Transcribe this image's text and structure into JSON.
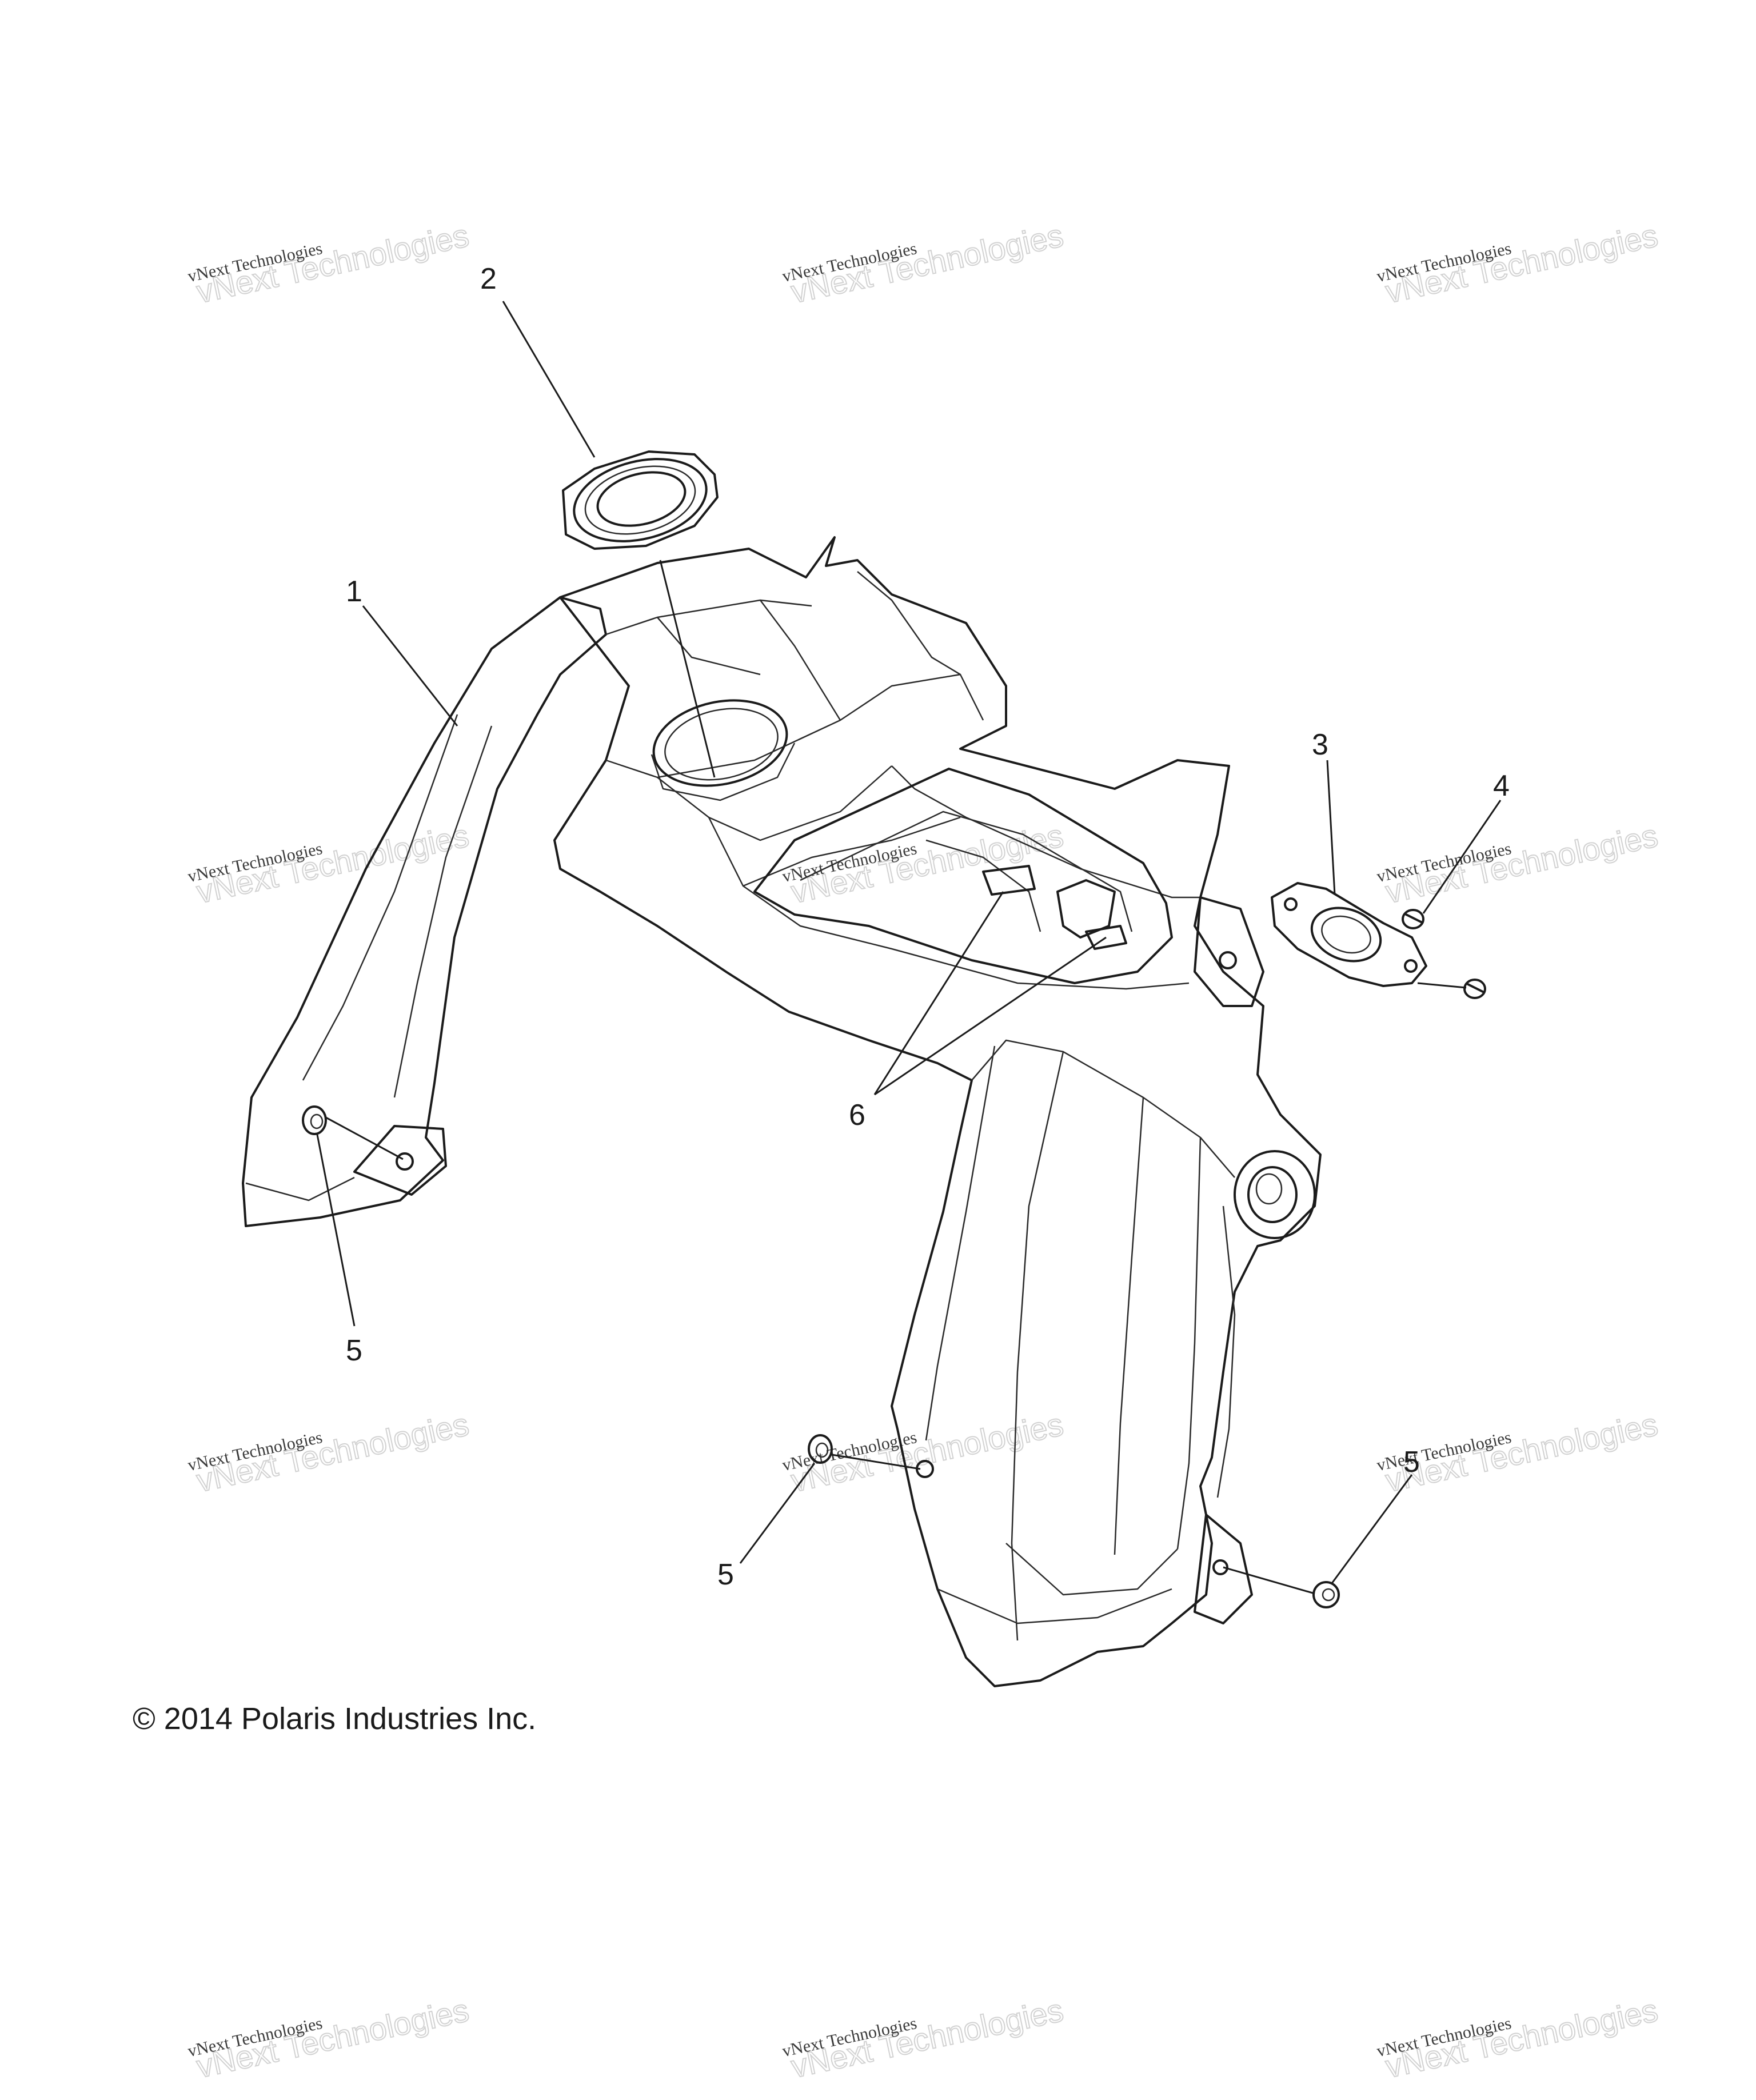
{
  "diagram": {
    "callouts": [
      {
        "label": "1"
      },
      {
        "label": "2"
      },
      {
        "label": "3"
      },
      {
        "label": "4"
      },
      {
        "label": "5"
      },
      {
        "label": "5"
      },
      {
        "label": "5"
      },
      {
        "label": "6"
      }
    ],
    "copyright": "© 2014 Polaris Industries Inc.",
    "watermark": {
      "line1": "vNext Technologies",
      "line2": "vNext Technologies"
    }
  }
}
